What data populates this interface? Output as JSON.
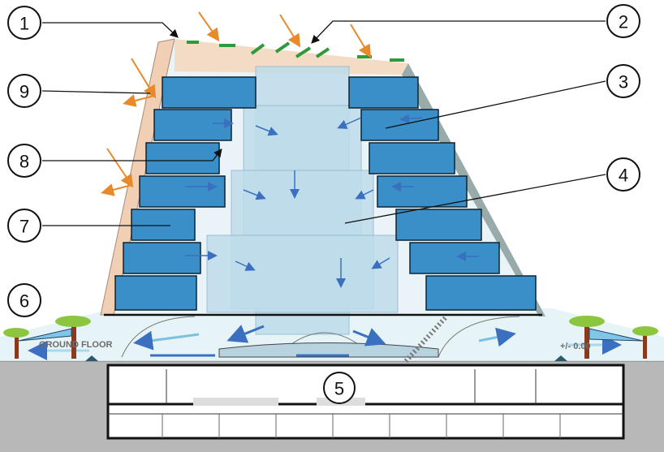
{
  "callouts": [
    "1",
    "2",
    "3",
    "4",
    "5",
    "6",
    "7",
    "8",
    "9"
  ],
  "labels": {
    "ground_floor": "GROUND FLOOR",
    "level": "+/- 0.00"
  },
  "colors": {
    "glass": "#3b8fc8",
    "atrium": "#bfdceb",
    "ground": "#b8b8b8",
    "sun": "#e88a2a",
    "air": "#3b6fc0",
    "tree_canopy": "#8cc63f",
    "trunk": "#8b3a1e",
    "pv_panel": "#2e9a3a"
  }
}
